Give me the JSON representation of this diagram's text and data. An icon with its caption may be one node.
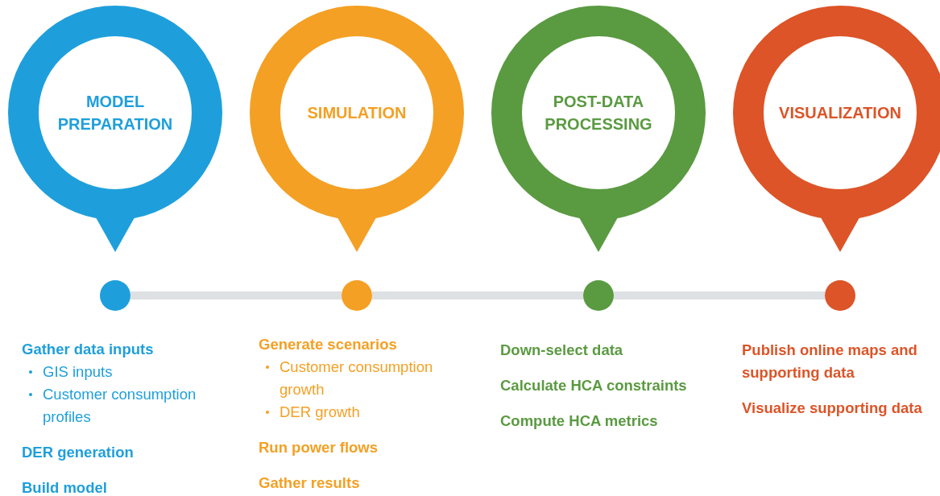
{
  "diagram": {
    "nodes": [
      {
        "text": [
          "MODEL PREPARATION"
        ]
      },
      {
        "text": [
          "SIMULATION"
        ]
      },
      {
        "text": [
          "POST-DATA PROCESSING"
        ]
      },
      {
        "text": [
          "VISUALIZATION"
        ]
      },
      {
        "text": [],
        "shape": "circle"
      },
      {
        "text": [],
        "shape": "circle"
      },
      {
        "text": [],
        "shape": "circle"
      },
      {
        "text": [],
        "shape": "circle"
      }
    ],
    "edges": [
      {
        "from": 4,
        "to": 5,
        "arrow": "none"
      },
      {
        "from": 5,
        "to": 6,
        "arrow": "none"
      },
      {
        "from": 6,
        "to": 7,
        "arrow": "none"
      }
    ],
    "labels": [
      "Gather data inputs",
      "GIS inputs",
      "Customer consumption profiles",
      "DER generation",
      "Build model",
      "Generate scenarios",
      "Customer consumption growth",
      "DER growth",
      "Run power flows",
      "Gather results",
      "Down-select data",
      "Calculate HCA constraints",
      "Compute HCA metrics",
      "Publish online maps and supporting data",
      "Visualize supporting data"
    ]
  }
}
